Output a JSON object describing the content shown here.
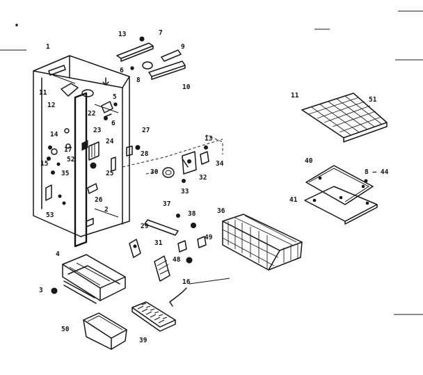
{
  "callouts": [
    {
      "id": "c1",
      "text": "1"
    },
    {
      "id": "c2",
      "text": "2"
    },
    {
      "id": "c3",
      "text": "3"
    },
    {
      "id": "c4",
      "text": "4"
    },
    {
      "id": "c5",
      "text": "5"
    },
    {
      "id": "c6",
      "text": "6"
    },
    {
      "id": "c6b",
      "text": "6"
    },
    {
      "id": "c7",
      "text": "7"
    },
    {
      "id": "c8",
      "text": "8"
    },
    {
      "id": "c9",
      "text": "9"
    },
    {
      "id": "c10",
      "text": "10"
    },
    {
      "id": "c11",
      "text": "11"
    },
    {
      "id": "c11b",
      "text": "11"
    },
    {
      "id": "c12",
      "text": "12"
    },
    {
      "id": "c13",
      "text": "13"
    },
    {
      "id": "c13b",
      "text": "13"
    },
    {
      "id": "c14",
      "text": "14"
    },
    {
      "id": "c15",
      "text": "15"
    },
    {
      "id": "c16",
      "text": "16"
    },
    {
      "id": "c17",
      "text": "17"
    },
    {
      "id": "c22",
      "text": "22"
    },
    {
      "id": "c23",
      "text": "23"
    },
    {
      "id": "c24",
      "text": "24"
    },
    {
      "id": "c25",
      "text": "25"
    },
    {
      "id": "c26",
      "text": "26"
    },
    {
      "id": "c27",
      "text": "27"
    },
    {
      "id": "c28",
      "text": "28"
    },
    {
      "id": "c29",
      "text": "29"
    },
    {
      "id": "c30",
      "text": "30"
    },
    {
      "id": "c31",
      "text": "31"
    },
    {
      "id": "c32",
      "text": "32"
    },
    {
      "id": "c33",
      "text": "33"
    },
    {
      "id": "c34",
      "text": "34"
    },
    {
      "id": "c35",
      "text": "35"
    },
    {
      "id": "c36",
      "text": "36"
    },
    {
      "id": "c37",
      "text": "37"
    },
    {
      "id": "c38",
      "text": "38"
    },
    {
      "id": "c39",
      "text": "39"
    },
    {
      "id": "c40",
      "text": "40"
    },
    {
      "id": "c41",
      "text": "41"
    },
    {
      "id": "c44",
      "text": "8 — 44"
    },
    {
      "id": "c48",
      "text": "48"
    },
    {
      "id": "c49",
      "text": "49"
    },
    {
      "id": "c50",
      "text": "50"
    },
    {
      "id": "c51",
      "text": "51"
    },
    {
      "id": "c52",
      "text": "52"
    },
    {
      "id": "c53",
      "text": "53"
    }
  ]
}
